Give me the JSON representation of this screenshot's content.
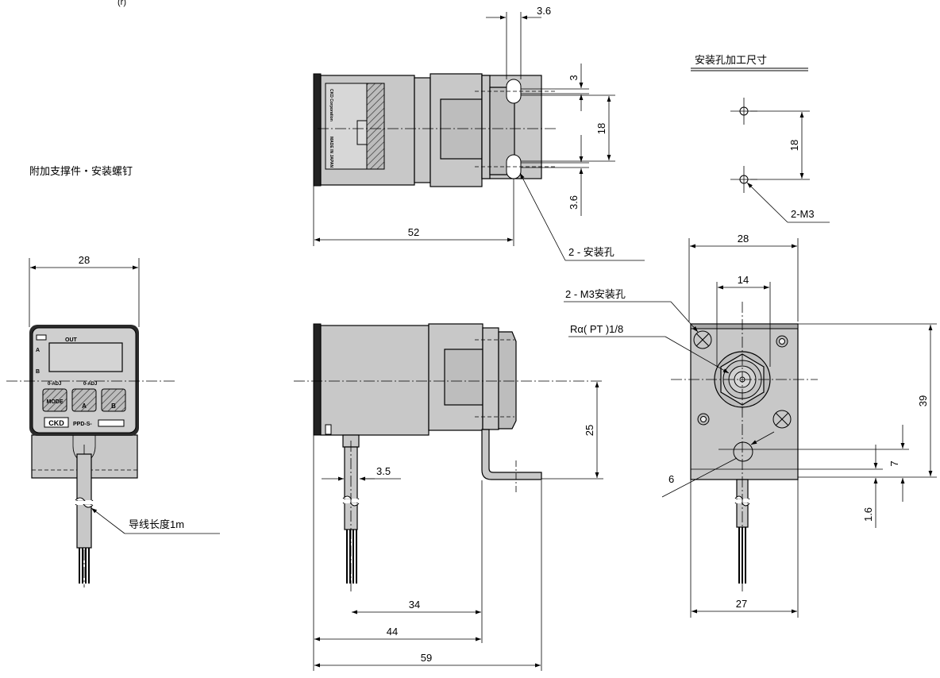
{
  "labels": {
    "top_cut": "(r)",
    "accessory_title": "附加支撑件・安装螺钉",
    "hole_title": "安装孔加工尺寸",
    "m3_callout": "2-M3",
    "mount_hole": "2 - 安装孔",
    "m3_mount_hole": "2 - M3安装孔",
    "port_thread": "Rα( PT )1/8",
    "lead_wire": "导线长度1m"
  },
  "dimensions": {
    "front_width": "28",
    "top_slot": "3.6",
    "top_3": "3",
    "top_18": "18",
    "top_slot_bottom": "3.6",
    "top_52": "52",
    "hole_18": "18",
    "rear_28": "28",
    "rear_14": "14",
    "rear_39": "39",
    "rear_7": "7",
    "rear_6": "6",
    "rear_1_6": "1.6",
    "rear_27": "27",
    "side_3_5": "3.5",
    "side_25": "25",
    "side_34": "34",
    "side_44": "44",
    "side_59": "59"
  },
  "front_panel": {
    "out_label": "OUT",
    "a_label": "A",
    "b_label": "B",
    "zero_adj": "0-ADJ",
    "mode_key": "MODE",
    "up_key": "A",
    "down_key": "B",
    "brand": "CKD",
    "model": "PPD-S-"
  },
  "top_view_text": {
    "maker": "CKD Corporation",
    "origin": "MADE IN JAPAN"
  }
}
